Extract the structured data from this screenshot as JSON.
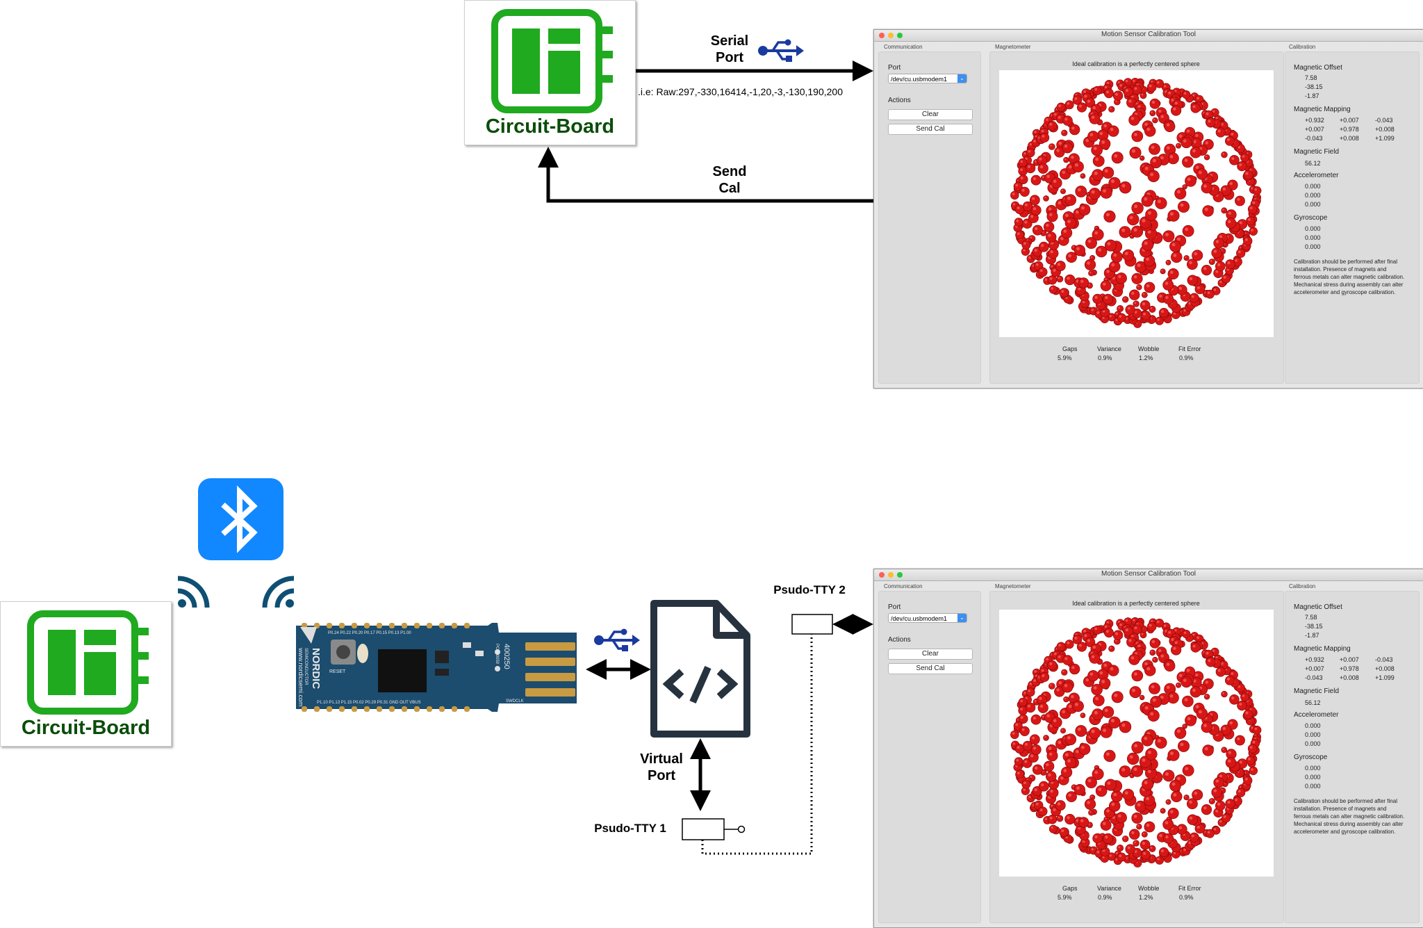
{
  "top_board": {
    "title": "Circuit-Board",
    "color": "#1faa1f"
  },
  "bottom_board": {
    "title": "Circuit-Board",
    "color": "#1faa1f"
  },
  "labels": {
    "serial_port_line1": "Serial",
    "serial_port_line2": "Port",
    "data_example": ".i.e: Raw:297,-330,16414,-1,20,-3,-130,190,200",
    "send_cal_line1": "Send",
    "send_cal_line2": "Cal",
    "psudo_tty_2": "Psudo-TTY 2",
    "psudo_tty_1": "Psudo-TTY 1",
    "virtual_port_line1": "Virtual",
    "virtual_port_line2": "Port"
  },
  "icons": {
    "usb": "usb-icon",
    "bluetooth": "bluetooth-icon",
    "signal": "wifi-signal-icon",
    "code_file": "code-file-icon",
    "usb_colour": "#1a3aa0",
    "bluetooth_colour": "#1188ff"
  },
  "dongle": {
    "brand": "NORDIC",
    "sub": "SEMICONDUCTOR",
    "site": "www.nordicsemi.com",
    "reset": "RESET",
    "model": "400250",
    "model_sub": "PCA10059",
    "pins_top": "P0.24  P0.22  P0.20  P0.17  P0.15  P0.13  P1.00",
    "pins_bottom": "P1.10  P1.13  P1.15  P0.02  P0.29  P0.31  GND  OUT  VBUS",
    "swdclk": "SWDCLK"
  },
  "cal_tool": {
    "title": "Motion Sensor Calibration Tool",
    "communication": "Communication",
    "magnetometer": "Magnetometer",
    "calibration": "Calibration",
    "port_label": "Port",
    "port_value": "/dev/cu.usbmodem1",
    "port_arrow": "⌄",
    "actions_label": "Actions",
    "clear_button": "Clear",
    "send_cal_button": "Send Cal",
    "ideal_caption": "Ideal calibration is a perfectly centered sphere",
    "stats": [
      {
        "label": "Gaps",
        "value": "5.9%"
      },
      {
        "label": "Variance",
        "value": "0.9%"
      },
      {
        "label": "Wobble",
        "value": "1.2%"
      },
      {
        "label": "Fit Error",
        "value": "0.9%"
      }
    ],
    "magnetic_offset_label": "Magnetic Offset",
    "magnetic_offset": [
      "7.58",
      "-38.15",
      "-1.87"
    ],
    "magnetic_mapping_label": "Magnetic Mapping",
    "magnetic_mapping": [
      [
        "+0.932",
        "+0.007",
        "-0.043"
      ],
      [
        "+0.007",
        "+0.978",
        "+0.008"
      ],
      [
        "-0.043",
        "+0.008",
        "+1.099"
      ]
    ],
    "magnetic_field_label": "Magnetic Field",
    "magnetic_field": "56.12",
    "accelerometer_label": "Accelerometer",
    "accelerometer": [
      "0.000",
      "0.000",
      "0.000"
    ],
    "gyroscope_label": "Gyroscope",
    "gyroscope": [
      "0.000",
      "0.000",
      "0.000"
    ],
    "note": "Calibration should be performed after final installation.  Presence of magnets and ferrous metals can alter magnetic calibration. Mechanical stress during assembly can alter accelerometer and gyroscope calibration.",
    "sphere_colour": "#d81616"
  }
}
